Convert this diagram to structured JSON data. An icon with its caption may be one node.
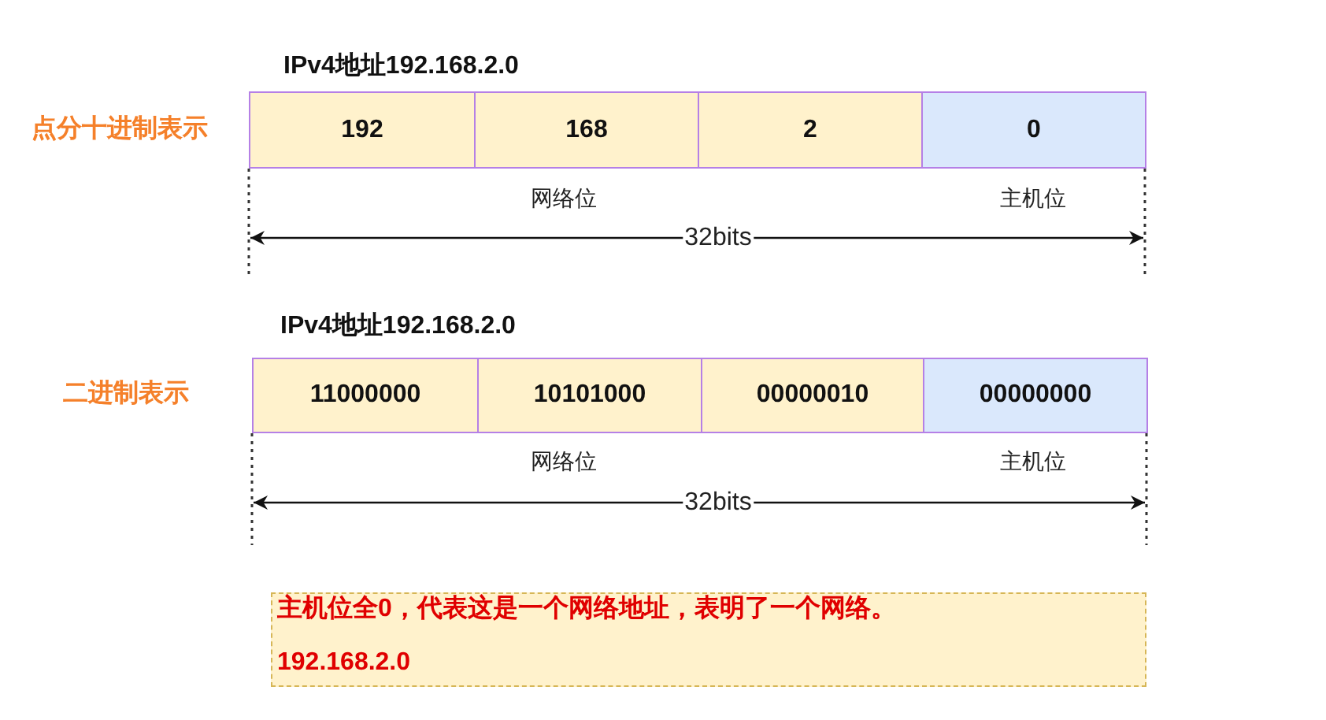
{
  "diagram": {
    "nodes": [
      {
        "text": [
          "192"
        ]
      },
      {
        "text": [
          "168"
        ]
      },
      {
        "text": [
          "2"
        ]
      },
      {
        "text": [
          "0"
        ]
      },
      {
        "text": [
          "11000000"
        ]
      },
      {
        "text": [
          "10101000"
        ]
      },
      {
        "text": [
          "00000010"
        ]
      },
      {
        "text": [
          "00000000"
        ]
      },
      {
        "text": [
          "主机位全0，代表这是一个网络地址，表明了一个网络。",
          "192.168.2.0"
        ]
      }
    ],
    "labels": [
      "IPv4地址192.168.2.0",
      "点分十进制表示",
      "网络位",
      "主机位",
      "32bits",
      "IPv4地址192.168.2.0",
      "二进制表示",
      "网络位",
      "主机位",
      "32bits"
    ]
  }
}
